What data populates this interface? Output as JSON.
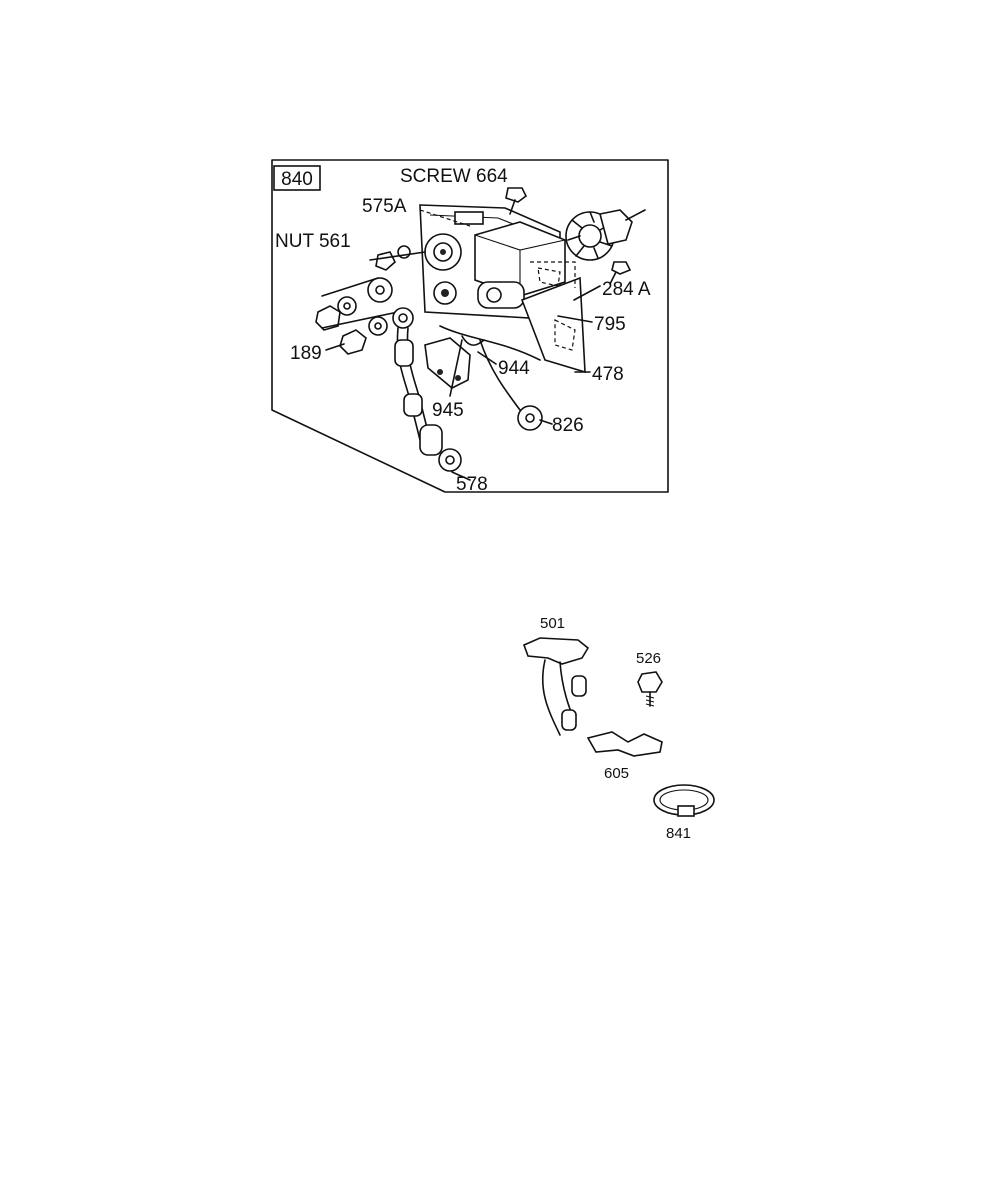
{
  "assembly": {
    "box_label": "840",
    "labels": {
      "screw_664": "SCREW 664",
      "l575a": "575A",
      "nut_561": "NUT 561",
      "l284a": "284 A",
      "l795": "795",
      "l189": "189",
      "l944": "944",
      "l478": "478",
      "l945": "945",
      "l826": "826",
      "l578": "578"
    }
  },
  "kit": {
    "labels": {
      "l501": "501",
      "l526": "526",
      "l605": "605",
      "l841": "841"
    }
  },
  "colors": {
    "ink": "#111111",
    "paper": "#ffffff"
  }
}
